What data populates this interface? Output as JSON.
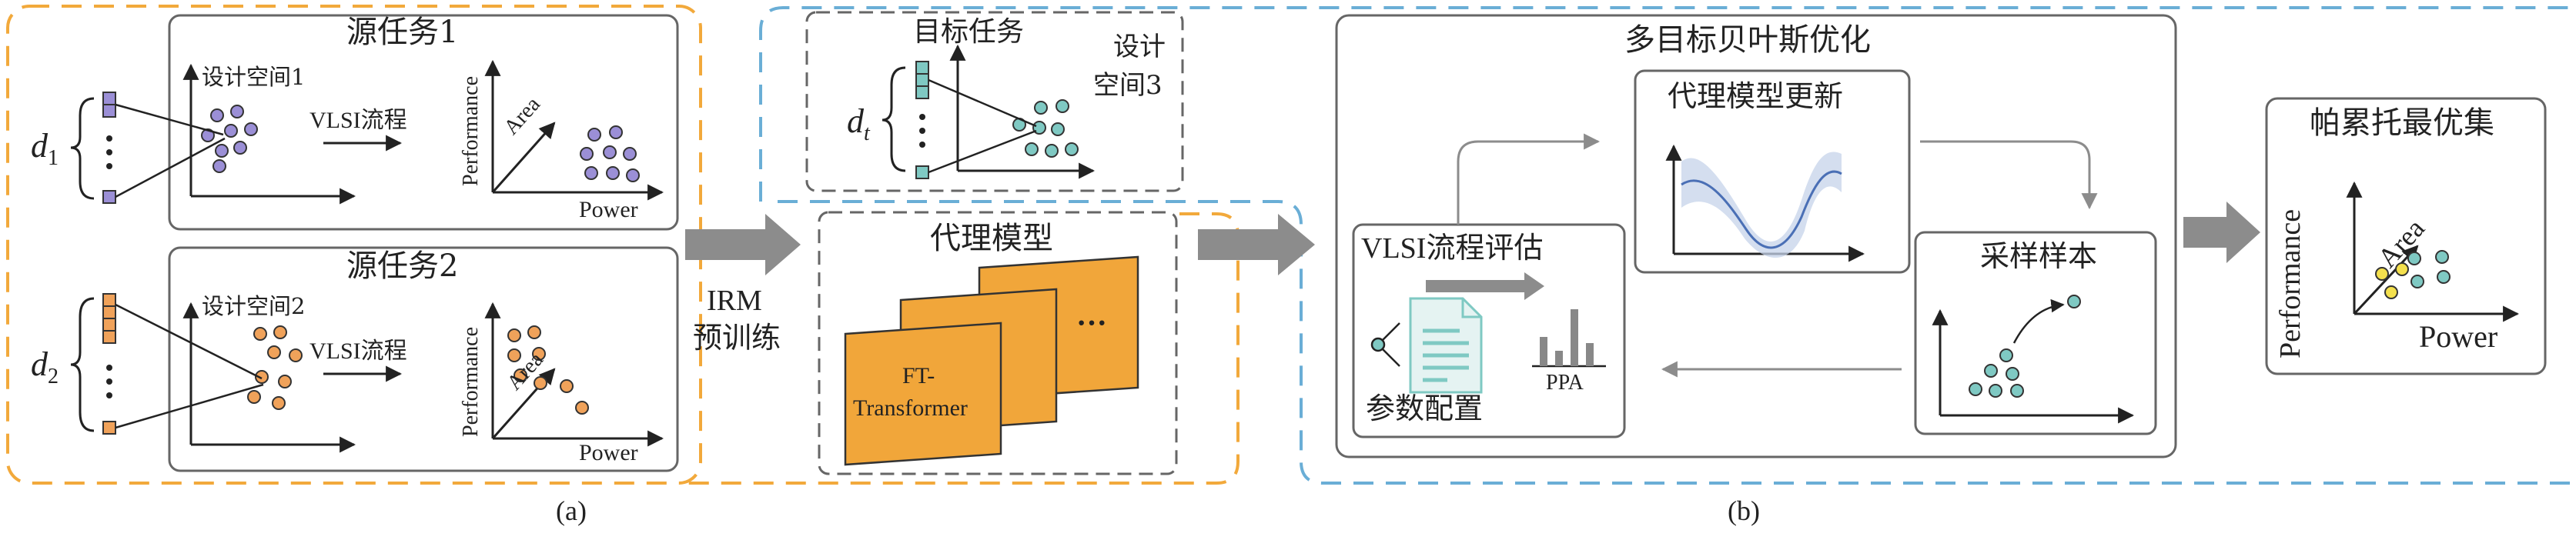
{
  "part_a": {
    "caption": "(a)",
    "source_task_1": {
      "title": "源任务1",
      "design_space": "设计空间1",
      "vlsi_flow": "VLSI流程",
      "performance": "Performance",
      "area": "Area",
      "power": "Power",
      "d_symbol": "d",
      "d_subscript": "1"
    },
    "source_task_2": {
      "title": "源任务2",
      "design_space": "设计空间2",
      "vlsi_flow": "VLSI流程",
      "performance": "Performance",
      "area": "Area",
      "power": "Power",
      "d_symbol": "d",
      "d_subscript": "2"
    },
    "target_task": {
      "title": "目标任务",
      "design_space_line1": "设计",
      "design_space_line2": "空间3",
      "d_symbol": "d",
      "d_subscript": "t"
    },
    "irm_line1": "IRM",
    "irm_line2": "预训练",
    "surrogate_model": {
      "title": "代理模型",
      "ft_line1": "FT-",
      "ft_line2": "Transformer",
      "more": "···"
    }
  },
  "part_b": {
    "caption": "(b)",
    "title": "多目标贝叶斯优化",
    "surrogate_update": "代理模型更新",
    "vlsi_eval": "VLSI流程评估",
    "param_config": "参数配置",
    "ppa": "PPA",
    "sample": "采样样本",
    "pareto": {
      "title": "帕累托最优集",
      "performance": "Performance",
      "area": "Area",
      "power": "Power"
    }
  },
  "colors": {
    "orange_dash": "#f2a93b",
    "blue_dash": "#6aaed6",
    "purple_dot": "#9b8fd6",
    "orange_dot": "#f0a25a",
    "teal_dot": "#7fc9c3",
    "yellow_dot": "#f4e04d",
    "arrow_gray": "#8c8c8c",
    "ft_fill": "#f1a63a"
  }
}
